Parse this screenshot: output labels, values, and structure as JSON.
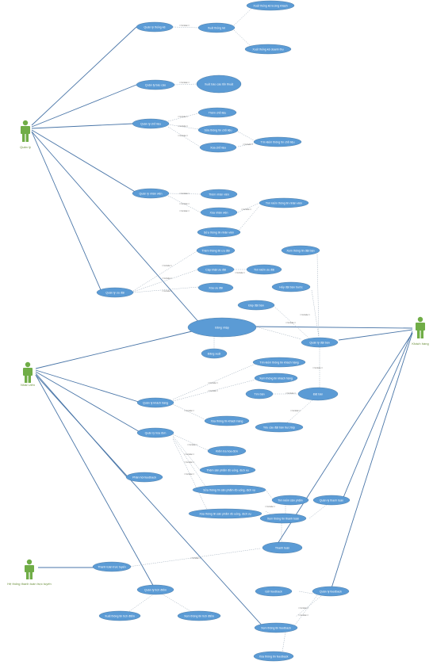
{
  "colors": {
    "usecase_fill": "#5b9bd5",
    "usecase_stroke": "#41719c",
    "assoc_line": "#4a76a8",
    "dashed_line": "#9aa9b8",
    "actor": "#70ad47",
    "actor_label": "#6a8f3a"
  },
  "actors": {
    "manager": {
      "label": "Quản lý"
    },
    "staff": {
      "label": "Nhân viên"
    },
    "customer": {
      "label": "Khách hàng"
    },
    "payment": {
      "label": "Hệ thống thanh toán trực tuyến"
    }
  },
  "relation_label": "<<include>>",
  "usecases": {
    "quan_ly_thong_ke": "Quản lý thống kê",
    "xuat_thong_ke": "Xuất thống kê",
    "xuat_tk_luong_khach": "Xuất thống kê lượng khách",
    "xuat_tk_doanh_thu": "Xuất thống kê doanh thu",
    "quan_ly_bao_cao": "Quản lý báo cáo",
    "xuat_bao_cao": "Xuất báo cáo tổn thuất",
    "quan_ly_cho_lieu": "Quản lý chỗ liệu",
    "them_cho_lieu": "Thêm chỗ liệu",
    "sua_cho_lieu": "Sửa thông tin chỗ liệu",
    "tim_kiem_cho_lieu": "Tìm kiếm thông tin chỗ liệu",
    "xoa_cho_lieu": "Xóa chỗ liệu",
    "quan_ly_nhan_vien": "Quản lý nhân viên",
    "them_nhan_vien": "Thêm nhân viên",
    "xoa_nhan_vien": "Xóa nhân viên",
    "tim_kiem_nhan_vien": "Tìm kiếm thông tin nhân viên",
    "sua_nhan_vien": "Sửa thông tin nhân viên",
    "them_uu_dai": "Thêm thông tin ưu đãi",
    "cap_nhat_uu_dai": "Cập nhật ưu đãi",
    "tim_kiem_uu_dai": "Tìm kiếm ưu đãi",
    "xoa_uu_dai": "Xóa ưu đãi",
    "quan_ly_uu_dai": "Quản lý ưu đãi",
    "xem_dat_ban": "Xem thông tin đặt bàn",
    "huy_dat_ban": "Hủy đặt bàn trước",
    "dap_dat_ban": "Đáp đặt bàn",
    "dang_nhap": "Đăng nhập",
    "dang_xuat": "Đăng xuất",
    "quan_ly_dat_ban": "Quản lý đặt bàn",
    "tim_kiem_khach": "Tìm kiếm thông tin khách hàng",
    "xem_khach": "Xem thông tin khách hàng",
    "tim_ban": "Tìm bàn",
    "dat_ban": "Đặt bàn",
    "quan_ly_khach_hang": "Quản lý khách hàng",
    "xoa_khach": "Xóa thông tin khách hàng",
    "yeu_cau_dat_ban": "Yêu cầu đặt bàn trực tiếp",
    "quan_ly_hoa_don": "Quản lý hóa đơn",
    "kiem_tra_hoa_don": "Kiểm tra hóa đơn",
    "them_san_pham": "Thêm sản phẩm đồ uống, dịch vụ",
    "sua_san_pham": "Sửa thông tin sản phẩm đồ uống, dịch vụ",
    "tim_kiem_san_pham": "Tìm kiếm sản phẩm",
    "xoa_san_pham": "Xóa thông tin sản phẩm đồ uống, dịch vụ",
    "xem_thanh_toan": "Xem thông tin thanh toán",
    "quan_ly_thanh_toan": "Quản lý thanh toán",
    "phan_hoi_feedback": "Phản hồi feedback",
    "thanh_toan": "Thanh toán",
    "thanh_toan_truc_tuyen": "Thanh toán trực tuyến",
    "quan_ly_tich_diem": "Quản lý tích điểm",
    "xuat_thong_tin_tich_diem": "Xuất thông tin tích điểm",
    "xem_thong_tin_tich_diem": "Xem thông tin tích điểm",
    "gui_feedback": "Gửi feedback",
    "quan_ly_feedback": "Quản lý feedback",
    "xem_feedback": "Xem thông tin feedback",
    "xoa_feedback": "Xóa thông tin feedback"
  }
}
